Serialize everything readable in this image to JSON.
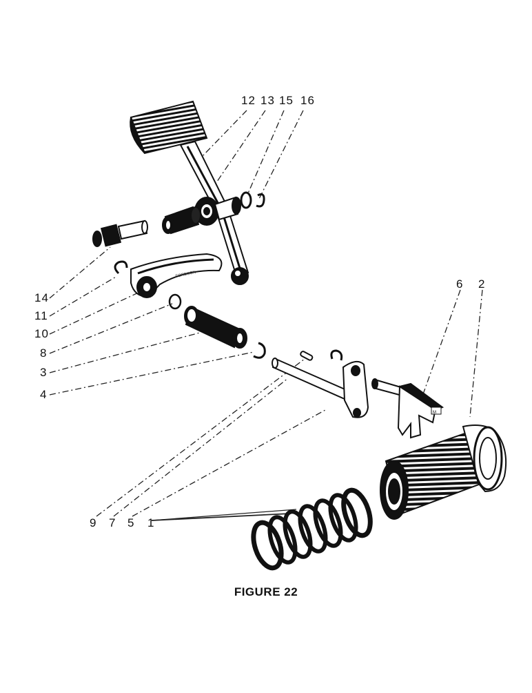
{
  "figure": {
    "caption": "FIGURE 22",
    "stamp_text": "FORDSON",
    "callouts": {
      "top": [
        "12",
        "13",
        "15",
        "16"
      ],
      "left": [
        "14",
        "11",
        "10",
        "8",
        "3",
        "4"
      ],
      "right": [
        "6",
        "2"
      ],
      "bottom": [
        "9",
        "7",
        "5",
        "1"
      ]
    }
  }
}
